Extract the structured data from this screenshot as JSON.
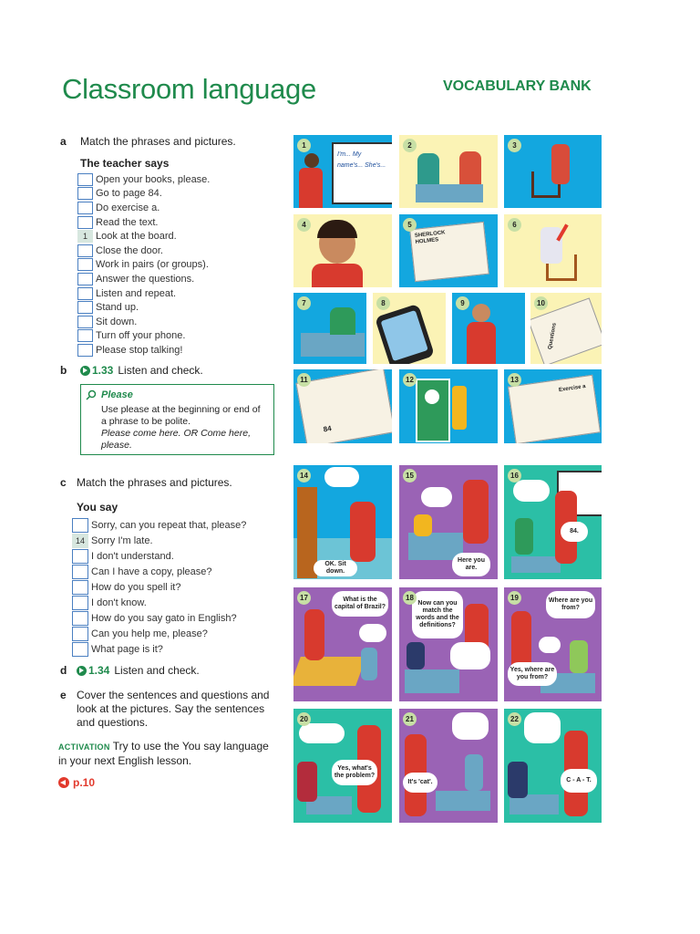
{
  "header": {
    "title": "Classroom language",
    "section": "VOCABULARY BANK"
  },
  "section_a": {
    "letter": "a",
    "instruction": "Match the phrases and pictures.",
    "subheading": "The teacher says",
    "items": [
      {
        "num": "",
        "text": "Open your books, please."
      },
      {
        "num": "",
        "text": "Go to page 84."
      },
      {
        "num": "",
        "text": "Do exercise a."
      },
      {
        "num": "",
        "text": "Read the text."
      },
      {
        "num": "1",
        "text": "Look at the board."
      },
      {
        "num": "",
        "text": "Close the door."
      },
      {
        "num": "",
        "text": "Work in pairs (or groups)."
      },
      {
        "num": "",
        "text": "Answer the questions."
      },
      {
        "num": "",
        "text": "Listen and repeat."
      },
      {
        "num": "",
        "text": "Stand up."
      },
      {
        "num": "",
        "text": "Sit down."
      },
      {
        "num": "",
        "text": "Turn off your phone."
      },
      {
        "num": "",
        "text": "Please stop talking!"
      }
    ]
  },
  "section_b": {
    "letter": "b",
    "audio_code": "1.33",
    "text": "Listen and check."
  },
  "tip": {
    "title": "Please",
    "line1": "Use please at the beginning or end of",
    "line2": "a phrase to be polite.",
    "line3": "Please come here. OR Come here,",
    "line4": "please."
  },
  "section_c": {
    "letter": "c",
    "instruction": "Match the phrases and pictures.",
    "subheading": "You say",
    "items": [
      {
        "num": "",
        "text": "Sorry, can you repeat that, please?"
      },
      {
        "num": "14",
        "text": "Sorry I'm late."
      },
      {
        "num": "",
        "text": "I don't understand."
      },
      {
        "num": "",
        "text": "Can I have a copy, please?"
      },
      {
        "num": "",
        "text": "How do you spell it?"
      },
      {
        "num": "",
        "text": "I don't know."
      },
      {
        "num": "",
        "text": "How do you say gato in English?"
      },
      {
        "num": "",
        "text": "Can you help me, please?"
      },
      {
        "num": "",
        "text": "What page is it?"
      }
    ]
  },
  "section_d": {
    "letter": "d",
    "audio_code": "1.34",
    "text": "Listen and check."
  },
  "section_e": {
    "letter": "e",
    "line1": "Cover the sentences and questions and",
    "line2": "look at the pictures. Say the sentences",
    "line3": "and questions."
  },
  "activation": {
    "label": "ACTIVATION",
    "line1": "Try to use the You say language",
    "line2": "in your next English lesson."
  },
  "page_ref": "p.10",
  "pictures": {
    "p1": {
      "num": "1",
      "board": "I'm... My name's... She's..."
    },
    "p2": {
      "num": "2"
    },
    "p3": {
      "num": "3"
    },
    "p4": {
      "num": "4"
    },
    "p5": {
      "num": "5",
      "book": "SHERLOCK HOLMES"
    },
    "p6": {
      "num": "6"
    },
    "p7": {
      "num": "7"
    },
    "p8": {
      "num": "8"
    },
    "p9": {
      "num": "9"
    },
    "p10": {
      "num": "10",
      "book": "Questions"
    },
    "p11": {
      "num": "11",
      "page": "84"
    },
    "p12": {
      "num": "12"
    },
    "p13": {
      "num": "13",
      "book": "Exercise a"
    },
    "p14": {
      "num": "14",
      "bubble": "OK. Sit down."
    },
    "p15": {
      "num": "15",
      "bubble": "Here you are."
    },
    "p16": {
      "num": "16",
      "bubble": "84."
    },
    "p17": {
      "num": "17",
      "bubble": "What is the capital of Brazil?"
    },
    "p18": {
      "num": "18",
      "bubble": "Now can you match the words and the definitions?"
    },
    "p19": {
      "num": "19",
      "bubble1": "Where are you from?",
      "bubble2": "Yes, where are you from?"
    },
    "p20": {
      "num": "20",
      "bubble": "Yes, what's the problem?"
    },
    "p21": {
      "num": "21",
      "bubble": "It's 'cat'."
    },
    "p22": {
      "num": "22",
      "bubble": "C - A - T."
    }
  }
}
